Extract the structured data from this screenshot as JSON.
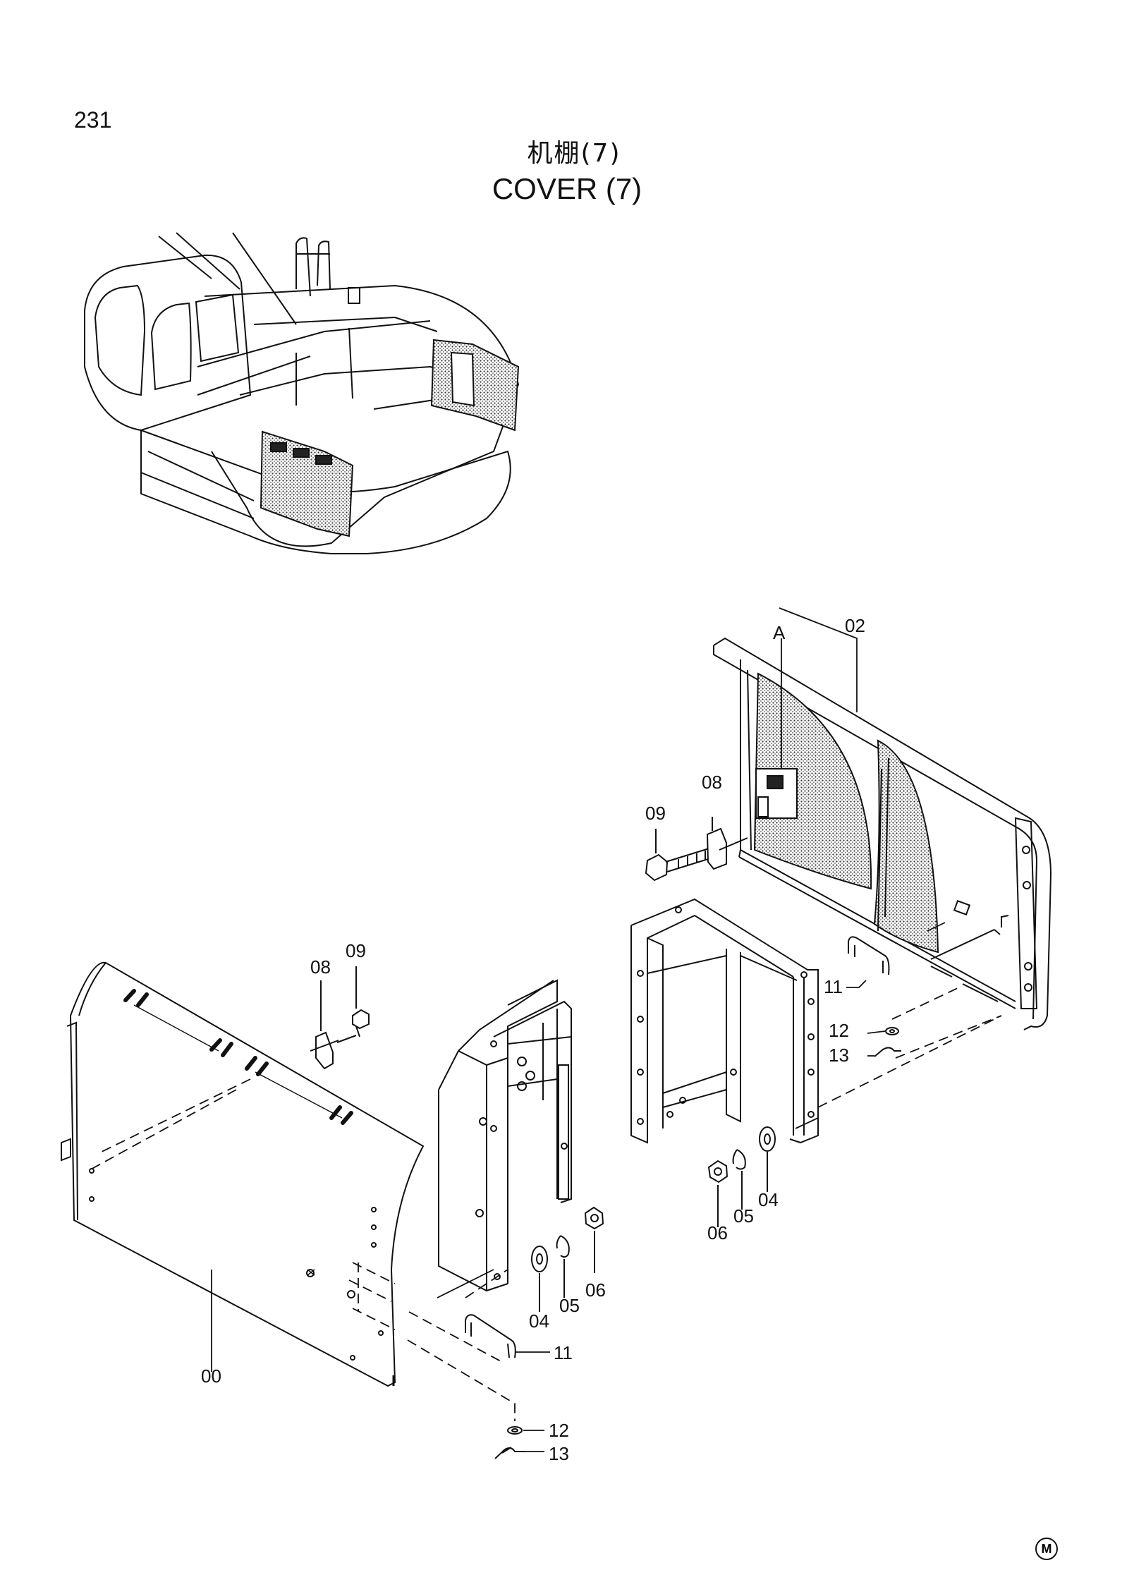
{
  "page_number": "231",
  "title_cn": "机棚(7)",
  "title_en": "COVER (7)",
  "callouts": {
    "main_cover": "00",
    "rear_cover": "02",
    "detail_a": "A",
    "washer": "04",
    "spring_washer": "05",
    "nut": "06",
    "bracket": "08",
    "bolt": "09",
    "handle": "11",
    "grommet": "12",
    "clip": "13"
  },
  "publisher_mark": "M"
}
